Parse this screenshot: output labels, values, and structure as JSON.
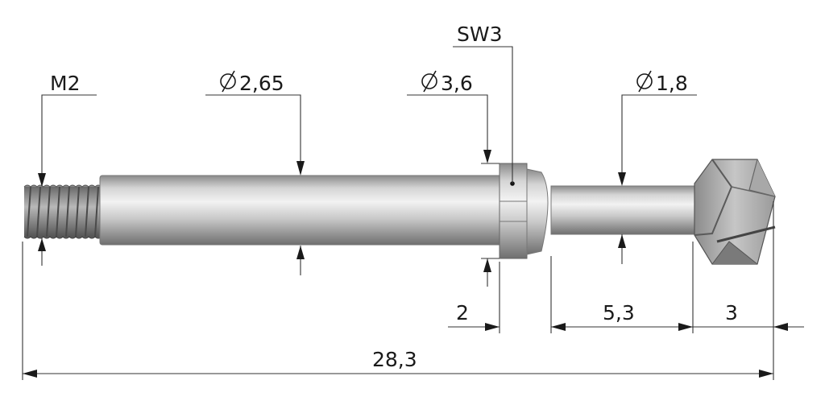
{
  "labels": {
    "thread": "M2",
    "shaft_diameter": "2,65",
    "collar_diameter": "3,6",
    "wrench_size": "SW3",
    "neck_diameter": "1,8",
    "hex_length": "2",
    "neck_length": "5,3",
    "head_length": "3",
    "overall_length": "28,3"
  },
  "colors": {
    "line": "#333333",
    "metal_light": "#e6e6e6",
    "metal_dark": "#7a7a7a"
  }
}
